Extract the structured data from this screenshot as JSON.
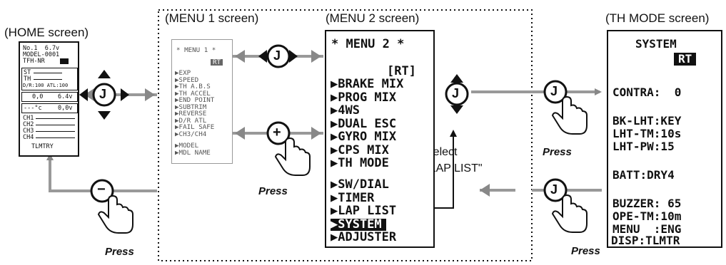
{
  "captions": {
    "home": "(HOME screen)",
    "menu1": "(MENU 1 screen)",
    "menu2": "(MENU 2 screen)",
    "thmode": "(TH MODE screen)"
  },
  "home_screen": {
    "line1": "No.1  6.7v",
    "line2": "MODEL-0001",
    "line3": "TFH-NR",
    "st_row": "ST",
    "th_row": "TH",
    "dr_atl": "D/R:100 ATL:100",
    "val1": "0,0",
    "val2": "6.4v",
    "val3": "---°c",
    "val4": "0,0v",
    "ch1": "CH1",
    "ch2": "CH2",
    "ch3": "CH3",
    "ch4": "CH4",
    "tlmtry": "TLMTRY"
  },
  "menu1_screen": {
    "title": "* MENU 1 *",
    "rt": "RT",
    "items": [
      "▶EXP",
      "▶SPEED",
      "▶TH A.B.S",
      "▶TH ACCEL",
      "▶END POINT",
      "▶SUBTRIM",
      "▶REVERSE",
      "▶D/R ATL",
      "▶FAIL SAFE",
      "▶CH3/CH4"
    ],
    "items2": [
      "▶MODEL",
      "▶MDL NAME"
    ]
  },
  "menu2_screen": {
    "title": "* MENU 2 *",
    "rt": "[RT]",
    "items": [
      "▶BRAKE MIX",
      "▶PROG MIX",
      "▶4WS",
      "▶DUAL ESC",
      "▶GYRO MIX",
      "▶CPS MIX",
      "▶TH MODE"
    ],
    "items2": [
      "▶SW/DIAL",
      "▶TIMER",
      "▶LAP LIST",
      "▶SYSTEM",
      "▶ADJUSTER"
    ]
  },
  "th_mode_screen": {
    "title": "SYSTEM",
    "rt": "RT",
    "contra": "CONTRA:  0",
    "bk_lht": "BK-LHT:KEY",
    "lht_tm": "LHT-TM:10s",
    "lht_pw": "LHT-PW:15",
    "batt": "BATT:DRY4",
    "buzzer": "BUZZER: 65",
    "ope_tm": "OPE-TM:10m",
    "menu": "MENU  :ENG",
    "disp": "DISP:TLMTR"
  },
  "buttons": {
    "j": "J",
    "plus": "+",
    "minus": "−"
  },
  "labels": {
    "press": "Press",
    "select_line1": "Select",
    "select_line2": "\"LAP LIST\""
  }
}
